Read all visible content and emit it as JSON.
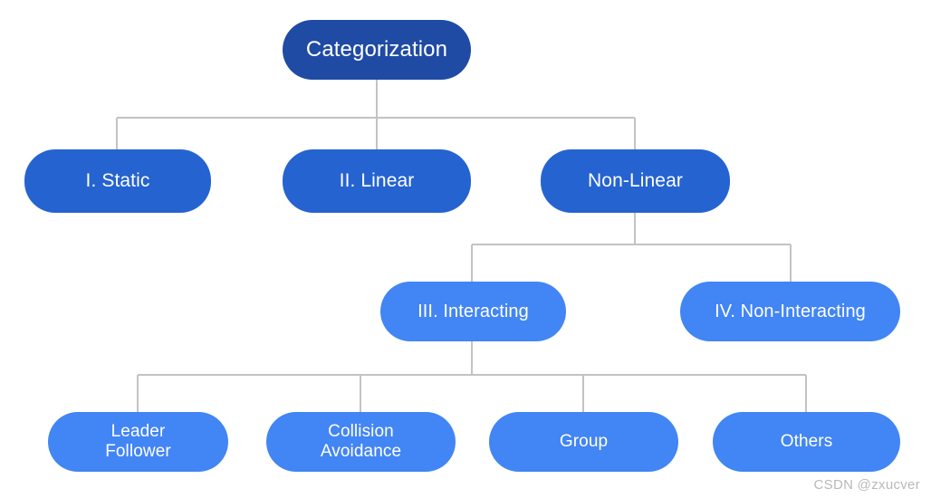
{
  "diagram": {
    "title": "Categorization",
    "type": "tree-hierarchy",
    "colors": {
      "root": "#1F4BA5",
      "level_two": "#2563D1",
      "level_three": "#4285F4",
      "level_four": "#4285F4",
      "connector": "#C3C3C3",
      "node_text": "#FFFFFF",
      "background": "#FFFFFF",
      "watermark": "#B9B9B9"
    },
    "nodes": {
      "root": {
        "label": "Categorization"
      },
      "level_two": [
        {
          "label": "I. Static"
        },
        {
          "label": "II. Linear"
        },
        {
          "label": "Non-Linear"
        }
      ],
      "level_three": [
        {
          "label": "III. Interacting"
        },
        {
          "label": "IV. Non-Interacting"
        }
      ],
      "level_four": [
        {
          "label": "Leader\nFollower"
        },
        {
          "label": "Collision\nAvoidance"
        },
        {
          "label": "Group"
        },
        {
          "label": "Others"
        }
      ]
    },
    "edges": [
      {
        "from": "Categorization",
        "to": "I. Static"
      },
      {
        "from": "Categorization",
        "to": "II. Linear"
      },
      {
        "from": "Categorization",
        "to": "Non-Linear"
      },
      {
        "from": "Non-Linear",
        "to": "III. Interacting"
      },
      {
        "from": "Non-Linear",
        "to": "IV. Non-Interacting"
      },
      {
        "from": "III. Interacting",
        "to": "Leader Follower"
      },
      {
        "from": "III. Interacting",
        "to": "Collision Avoidance"
      },
      {
        "from": "III. Interacting",
        "to": "Group"
      },
      {
        "from": "III. Interacting",
        "to": "Others"
      }
    ]
  },
  "watermark": {
    "text": "CSDN @zxucver"
  }
}
